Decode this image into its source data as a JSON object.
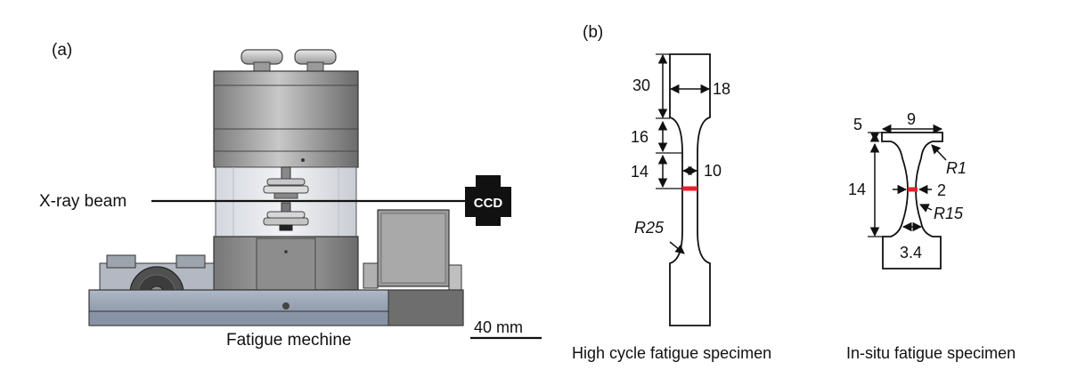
{
  "panel_a": {
    "label": "(a)",
    "beam_label": "X-ray beam",
    "detector_label": "CCD",
    "machine_caption": "Fatigue mechine",
    "scale_bar_label": "40 mm"
  },
  "panel_b": {
    "label": "(b)",
    "high_cycle": {
      "caption": "High cycle fatigue specimen",
      "dims": {
        "grip_length": "30",
        "grip_width": "18",
        "transition_length": "16",
        "gauge_length": "14",
        "gauge_width": "10",
        "radius": "R25"
      }
    },
    "in_situ": {
      "caption": "In-situ fatigue specimen",
      "dims": {
        "grip_length": "5",
        "grip_width": "9",
        "fillet_radius": "R1",
        "gauge_length": "14",
        "gauge_width": "2",
        "gauge_radius": "R15",
        "lower_width": "3.4"
      }
    }
  },
  "colors": {
    "metal_dark": "#6f6f6f",
    "metal_mid": "#9a9a9a",
    "metal_light": "#cfcfcf",
    "base_blue": "#8c9aae",
    "red_mark": "#e8212b"
  }
}
